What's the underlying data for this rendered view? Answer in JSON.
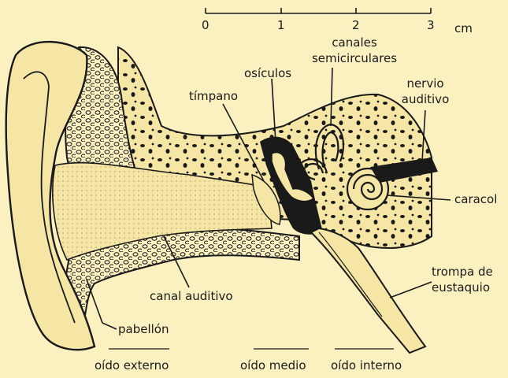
{
  "scale": {
    "ticks": [
      "0",
      "1",
      "2",
      "3"
    ],
    "unit": "cm"
  },
  "labels": {
    "canales": [
      "canales",
      "semicirculares"
    ],
    "osiculos": "osículos",
    "nervio": [
      "nervio",
      "auditivo"
    ],
    "timpano": "tímpano",
    "caracol": "caracol",
    "trompa": [
      "trompa de",
      "eustaquio"
    ],
    "canal": "canal auditivo",
    "pabellon": "pabellón"
  },
  "sections": {
    "externo": "oído externo",
    "medio": "oído medio",
    "interno": "oído interno"
  },
  "colors": {
    "background": "#FBF0C0",
    "ink": "#1a1a1a",
    "tissue": "#F6E6A6"
  }
}
